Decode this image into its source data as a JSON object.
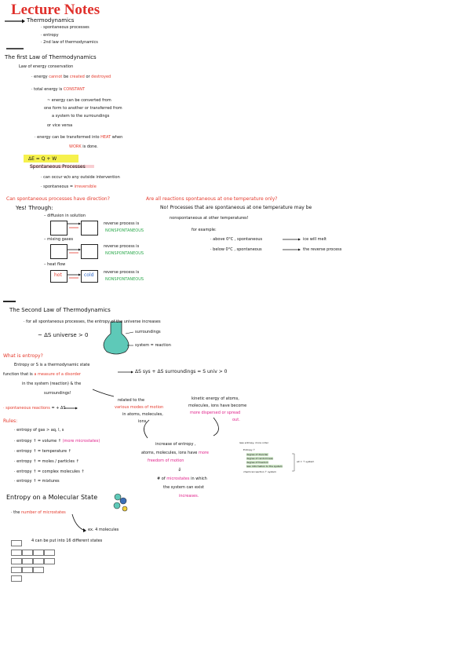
{
  "header": {
    "title": "Lecture Notes"
  },
  "toc": [
    "Thermodynamics",
    "· spontaneous processes",
    "· entropy",
    "· 2nd law of thermodynamics"
  ],
  "first_law": {
    "heading": "The first Law of Thermodynamics",
    "sub": "Law of energy conservation",
    "l1a": "· energy",
    "l1b": "cannot",
    "l1c": "be",
    "l1d": "created",
    "l1e": "or",
    "l1f": "destroyed",
    "l2a": "· total energy is",
    "l2b": "CONSTANT",
    "l3": "~ energy can be converted from",
    "l4": "one form to another or transferred from",
    "l5": "a system to the surroundings",
    "l6": "or vice versa",
    "l7a": "· energy can be transformed into",
    "l7b": "HEAT",
    "l7c": "when",
    "l8a": "WORK",
    "l8b": "is done.",
    "equation": "ΔE = Q + W"
  },
  "spontaneous": {
    "heading": "Spontaneous Processes",
    "l1": "· can occur w/o any outside intervention",
    "l2a": "· spontaneous =",
    "l2b": "irreversible"
  },
  "direction": {
    "question": "Can spontaneous processes have direction?",
    "answer": "Yes! Through:",
    "diffusion": "– diffusion in solution",
    "gases": "– mixing gases",
    "heat": "– heat flow",
    "hot": "hot",
    "cold": "cold",
    "reverse": "reverse process is",
    "nonspont": "NONSPONTANEOUS"
  },
  "temperature": {
    "question": "Are all reactions spontaneous at one temperature only?",
    "l1": "No! Processes that are spontaneous at one temperature may be",
    "l2": "nonspontaneous at other temperatures!",
    "example": "for example:",
    "ex1a": "· above 0°C , spontaneous",
    "ex1b": "ice will melt",
    "ex2a": "· below 0°C , spontaneous",
    "ex2b": "the reverse process"
  },
  "second_law": {
    "heading": "The Second Law of Thermodynamics",
    "l1": "· for all spontaneous processes, the entropy of the universe increases",
    "eq": "~ ΔS universe > 0",
    "surroundings": "surroundings",
    "system": "system = reaction"
  },
  "entropy": {
    "question": "What is entropy?",
    "l1": "Entropy or S is a thermodynamic state",
    "l2a": "function that is",
    "l2b": "a measure of a disorder",
    "l3": "in the system (reaction) & the",
    "l4": "surroundings!",
    "eq": "ΔS sys + ΔS surroundings = S univ > 0",
    "related1": "related to the",
    "related2": "various modes of motion",
    "related3": "in atoms, molecules,",
    "related4": "ions.",
    "kinetic1": "kinetic energy of atoms,",
    "kinetic2": "molecules, ions have become",
    "kinetic3": "more dispersed or spread",
    "kinetic4": "out.",
    "spont_a": "· spontaneous reactions",
    "spont_b": "= + ΔS"
  },
  "rules": {
    "heading": "Rules:",
    "r1": "· entropy of gas > aq, l, s",
    "r2a": "· entropy ↑ = volume ↑",
    "r2b": "(more microstates)",
    "r3": "· entropy ↑ = temperature ↑",
    "r4": "· entropy ↑ = moles / particles ↑",
    "r5": "· entropy ↑ = complex molecules ↑",
    "r6": "· entropy ↑ = mixtures",
    "inc1": "increase of entropy ,",
    "inc2a": "atoms, molecules, ions have",
    "inc2b": "more",
    "inc3": "freedom of motion",
    "arrow": "⇓",
    "micro1a": "# of",
    "micro1b": "microstates",
    "micro1c": "in which",
    "micro2": "the system can exist",
    "micro3": "increases."
  },
  "side_note": {
    "title": "less entropy, more order",
    "head": "Entropy ↑",
    "items": [
      "degree of disorder",
      "degree of randomness",
      "degree of freedom",
      "less information to the system",
      "chemical reaction ↑ system"
    ],
    "right": "all = ↑ system"
  },
  "molecular": {
    "heading": "Entropy on a Molecular State",
    "l1a": "· the",
    "l1b": "number of microstates",
    "ex": "ex. 4 molecules",
    "note": "4 can be put into 16 different states"
  },
  "colors": {
    "red": "#e53a2c",
    "green": "#2aa84a",
    "pink": "#e0208a",
    "highlight": "#f5ef3a",
    "teal": "#5ec9b8"
  }
}
